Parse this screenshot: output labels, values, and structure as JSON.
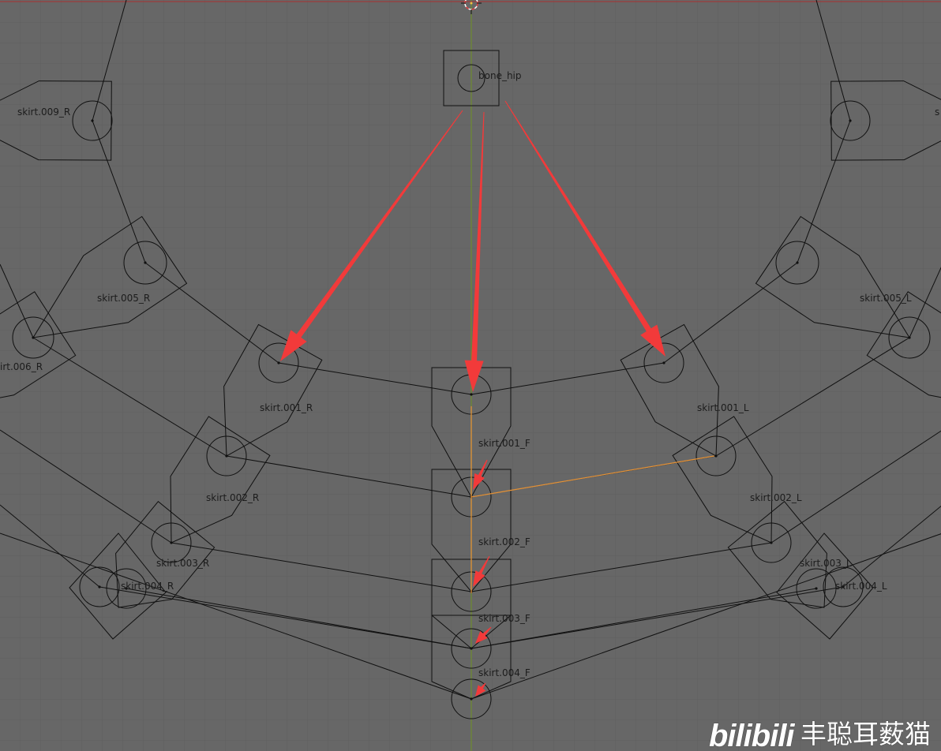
{
  "viewport": {
    "background": "#676767",
    "grid_color": "#5f5f5f",
    "axis_x_color": "#9b3b3b",
    "axis_y_color": "#6e8c2f",
    "bone_wire_color": "#101010",
    "relation_line_color": "#e0913a",
    "arrow_color": "#f23a3a"
  },
  "bones": {
    "bone_hip": "bone_hip",
    "skirt_009_R": "skirt.009_R",
    "skirt_009_L_cut": "s",
    "skirt_005_R": "skirt.005_R",
    "skirt_005_L": "skirt.005_L",
    "skirt_006_R_cut": "irt.006_R",
    "skirt_001_R": "skirt.001_R",
    "skirt_001_L": "skirt.001_L",
    "skirt_001_F": "skirt.001_F",
    "skirt_002_R": "skirt.002_R",
    "skirt_002_L": "skirt.002_L",
    "skirt_002_F": "skirt.002_F",
    "skirt_003_R": "skirt.003_R",
    "skirt_003_L": "skirt.003_L",
    "skirt_003_F": "skirt.003_F",
    "skirt_004_R": "skirt.004_R",
    "skirt_004_L": "skirt.004_L",
    "skirt_004_F": "skirt.004_F"
  },
  "watermark": {
    "logo": "bilibili",
    "author": "丰聪耳薮猫"
  }
}
